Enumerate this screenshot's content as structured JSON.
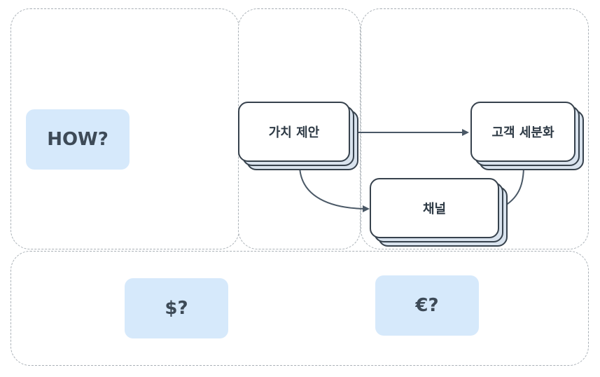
{
  "tags": {
    "how": "HOW?",
    "dollar": "$?",
    "euro": "€?"
  },
  "cards": {
    "value_proposition": "가치 제안",
    "customer_segments": "고객 세분화",
    "channels": "채널"
  },
  "colors": {
    "tag_fill": "#d6e9fb",
    "card_border": "#37424d",
    "panel_border": "#a9b0b6",
    "arrow": "#4a5866"
  }
}
